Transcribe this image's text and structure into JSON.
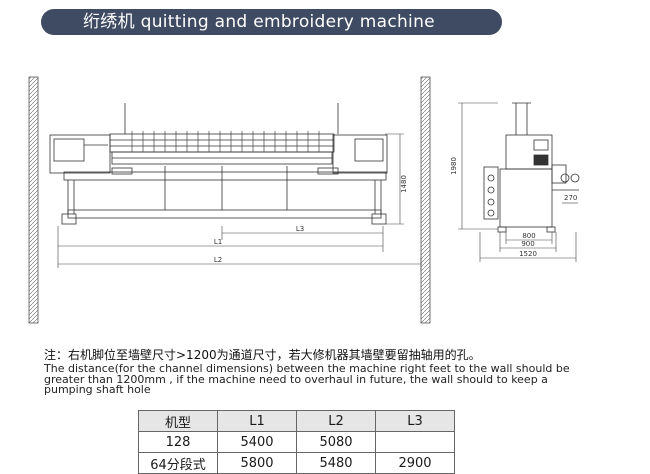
{
  "title": "绗绣机  quitting and embroidery machine",
  "front_view": {
    "dim_l1": "L1",
    "dim_l2": "L2",
    "dim_l3": "L3",
    "dim_height": "1480"
  },
  "side_view": {
    "dim_height": "1980",
    "dim_270": "270",
    "dim_800": "800",
    "dim_900": "900",
    "dim_1520": "1520"
  },
  "note": {
    "chinese": "注：右机脚位至墙壁尺寸>1200为通道尺寸，若大修机器其墙壁要留抽轴用的孔。",
    "english": "The distance(for the channel dimensions) between the machine right feet to the wall should be greater than 1200mm , if the machine need to overhaul in future, the wall should to keep a pumping shaft hole"
  },
  "table": {
    "headers": [
      "机型",
      "L1",
      "L2",
      "L3"
    ],
    "rows": [
      [
        "128",
        "5400",
        "5080",
        ""
      ],
      [
        "64分段式",
        "5800",
        "5480",
        "2900"
      ]
    ]
  }
}
